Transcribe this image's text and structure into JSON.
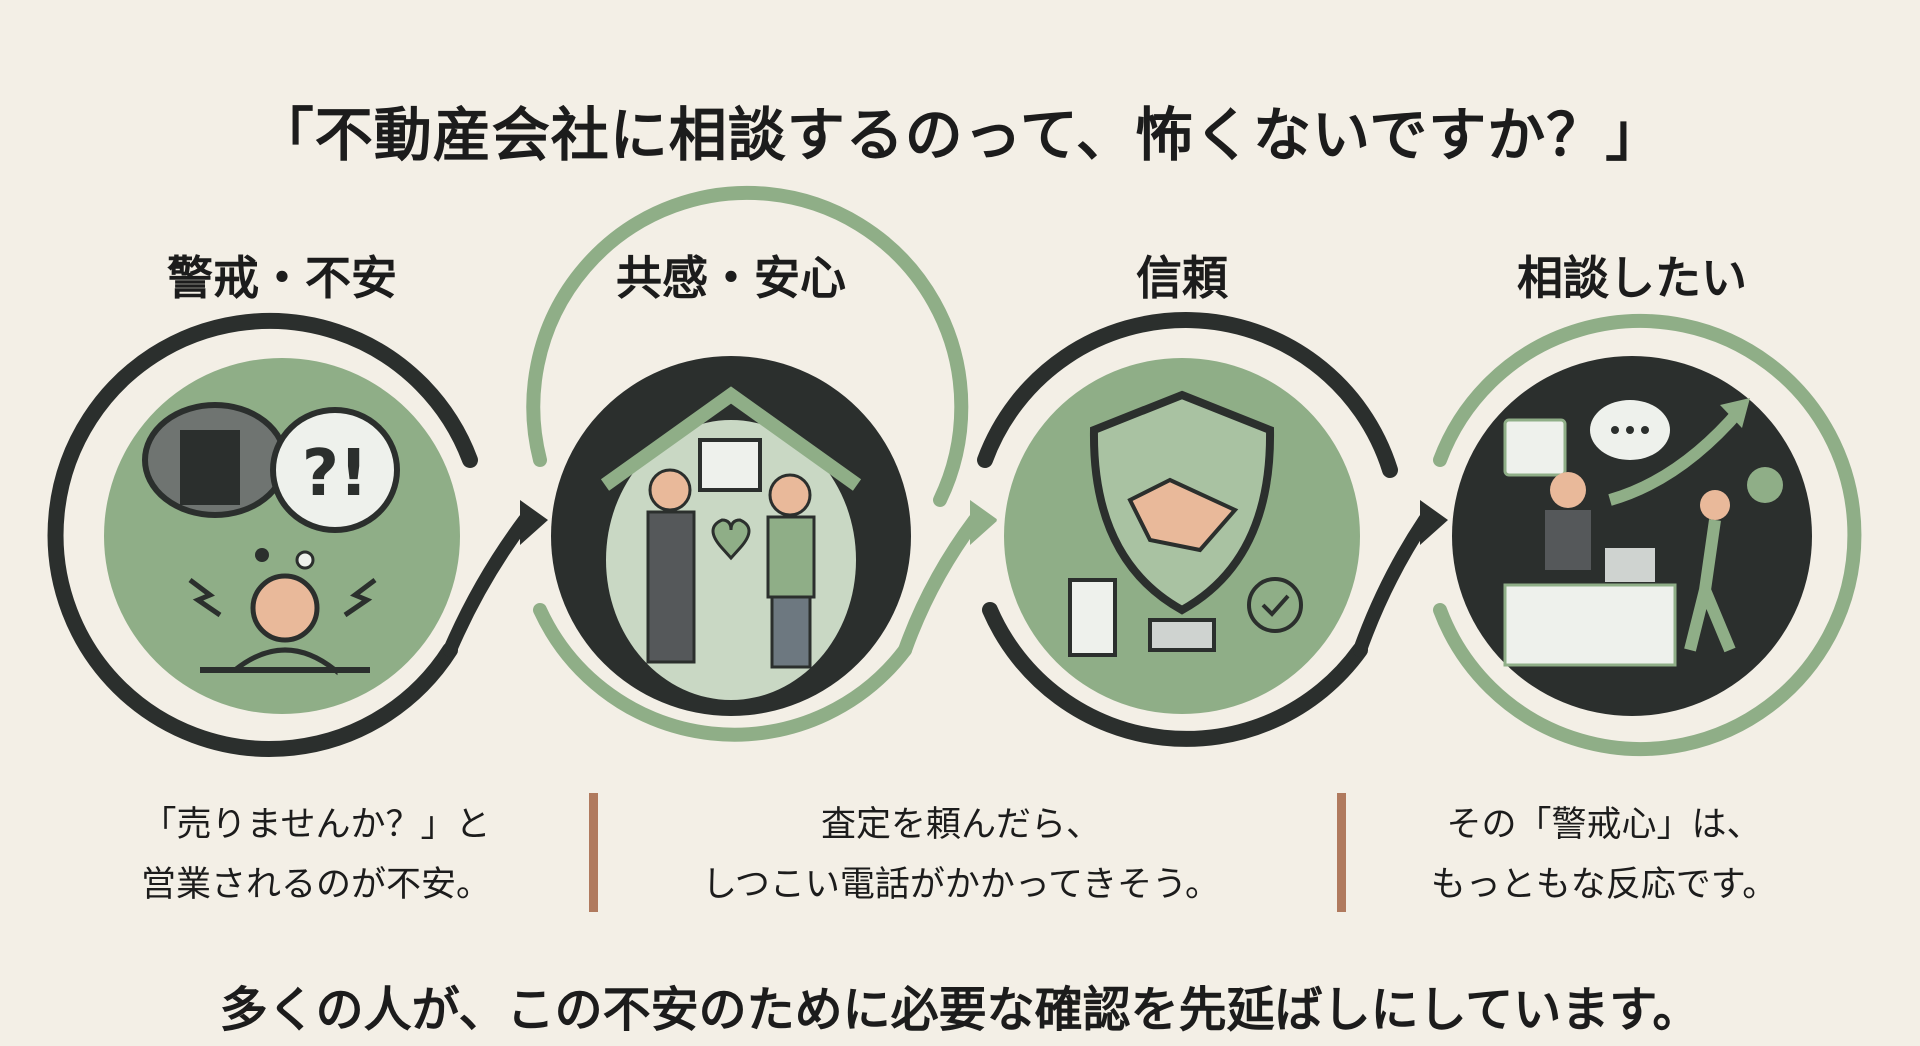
{
  "title": "「不動産会社に相談するのって、怖くないですか？」",
  "stages": [
    {
      "heading": "警戒・不安",
      "icon": "worried-person-icon"
    },
    {
      "heading": "共感・安心",
      "icon": "handshake-house-icon"
    },
    {
      "heading": "信頼",
      "icon": "shield-handshake-icon"
    },
    {
      "heading": "相談したい",
      "icon": "consultation-desk-icon"
    }
  ],
  "illustration_text": {
    "thought": "?!"
  },
  "captions": [
    {
      "line1": "「売りませんか？」と",
      "line2": "営業されるのが不安。"
    },
    {
      "line1": "査定を頼んだら、",
      "line2": "しつこい電話がかかってきそう。"
    },
    {
      "line1": "その「警戒心」は、",
      "line2": "もっともな反応です。"
    }
  ],
  "bottom_message": "多くの人が、この不安のために必要な確認を先延ばしにしています。",
  "colors": {
    "background": "#f3efe6",
    "green": "#8fae87",
    "dark": "#2b2f2d",
    "divider": "#b07a5e"
  }
}
